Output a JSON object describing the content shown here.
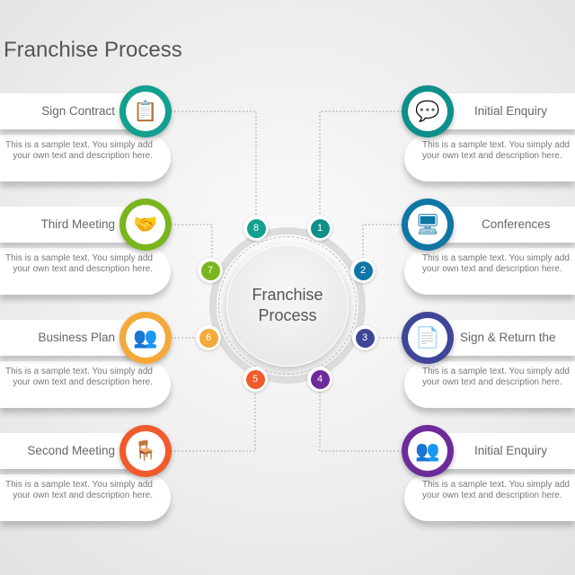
{
  "title": "Franchise Process",
  "center": {
    "line1": "Franchise",
    "line2": "Process"
  },
  "desc": {
    "line1": "This is a sample  text. You simply  add",
    "line2": "your own text and description here."
  },
  "left": [
    {
      "label": "Sign Contract",
      "num": "8",
      "color": "#12a08f",
      "icon": "clipboard-icon",
      "glyph": "📋"
    },
    {
      "label": "Third Meeting",
      "num": "7",
      "color": "#7ab51d",
      "icon": "handshake-icon",
      "glyph": "🤝"
    },
    {
      "label": "Business Plan",
      "num": "6",
      "color": "#f4a93a",
      "icon": "meeting-table-icon",
      "glyph": "👥"
    },
    {
      "label": "Second Meeting",
      "num": "5",
      "color": "#f15a2b",
      "icon": "interview-icon",
      "glyph": "🪑"
    }
  ],
  "right": [
    {
      "label": "Initial Enquiry",
      "num": "1",
      "color": "#0f8f8a",
      "icon": "chat-bubbles-icon",
      "glyph": "💬"
    },
    {
      "label": "Conferences",
      "num": "2",
      "color": "#0f76a6",
      "icon": "video-conference-icon",
      "glyph": "🖥"
    },
    {
      "label": "Sign & Return the",
      "num": "3",
      "color": "#3f4698",
      "icon": "document-icon",
      "glyph": "📄"
    },
    {
      "label": "Initial Enquiry",
      "num": "4",
      "color": "#6d2b9a",
      "icon": "group-icon",
      "glyph": "👥"
    }
  ]
}
